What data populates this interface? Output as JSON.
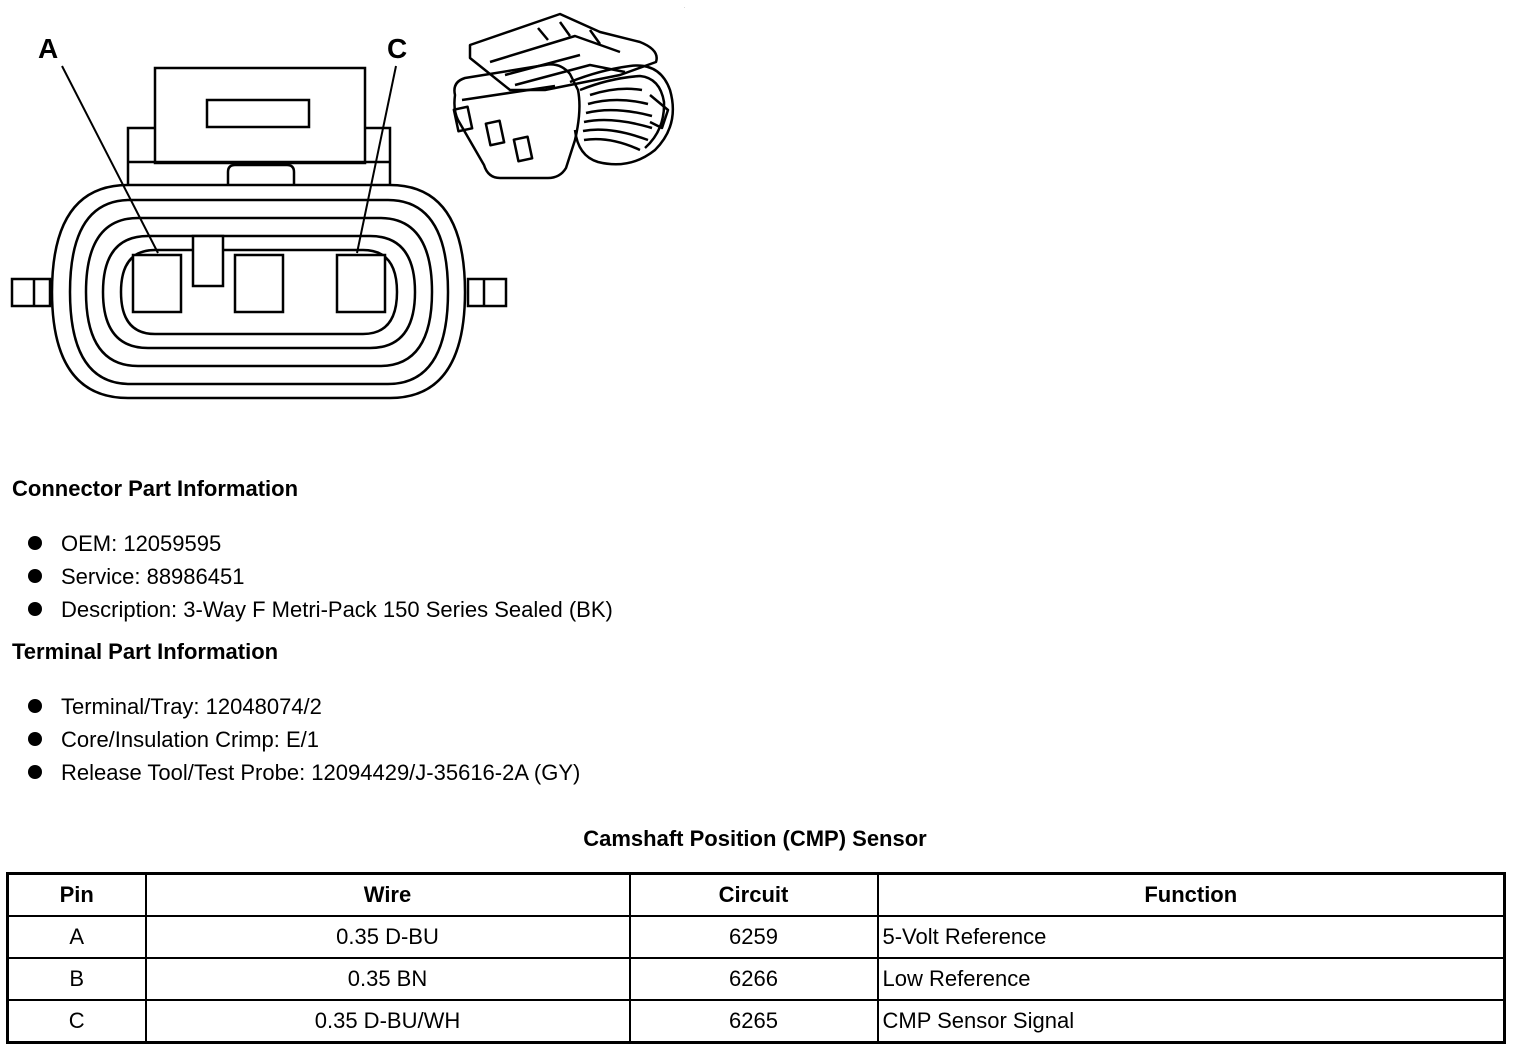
{
  "diagram": {
    "label_a": "A",
    "label_c": "C"
  },
  "connector": {
    "heading": "Connector Part Information",
    "items": [
      "OEM: 12059595",
      "Service: 88986451",
      "Description: 3-Way F Metri-Pack 150 Series Sealed (BK)"
    ]
  },
  "terminal": {
    "heading": "Terminal Part Information",
    "items": [
      "Terminal/Tray: 12048074/2",
      "Core/Insulation Crimp: E/1",
      "Release Tool/Test Probe: 12094429/J-35616-2A (GY)"
    ]
  },
  "table": {
    "title": "Camshaft Position (CMP) Sensor",
    "headers": [
      "Pin",
      "Wire",
      "Circuit",
      "Function"
    ],
    "rows": [
      [
        "A",
        "0.35 D-BU",
        "6259",
        "5-Volt Reference"
      ],
      [
        "B",
        "0.35 BN",
        "6266",
        "Low Reference"
      ],
      [
        "C",
        "0.35 D-BU/WH",
        "6265",
        "CMP Sensor Signal"
      ]
    ]
  }
}
